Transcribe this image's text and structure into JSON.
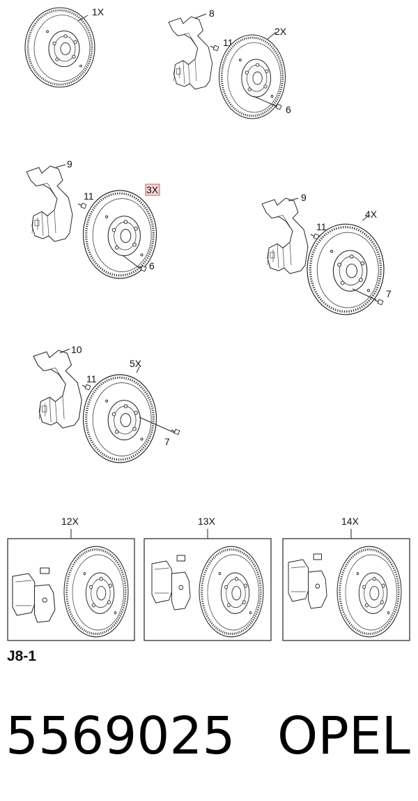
{
  "diagram": {
    "callouts": {
      "c1x": "1X",
      "c8": "8",
      "c11a": "11",
      "c2x": "2X",
      "c6a": "6",
      "c9a": "9",
      "c11b": "11",
      "c3x": "3X",
      "c6b": "6",
      "c9b": "9",
      "c11c": "11",
      "c4x": "4X",
      "c7a": "7",
      "c10": "10",
      "c11d": "11",
      "c5x": "5X",
      "c7b": "7",
      "c12x": "12X",
      "c13x": "13X",
      "c14x": "14X"
    },
    "reference": "J8-1",
    "part_number": "5569025",
    "brand": "OPEL"
  }
}
